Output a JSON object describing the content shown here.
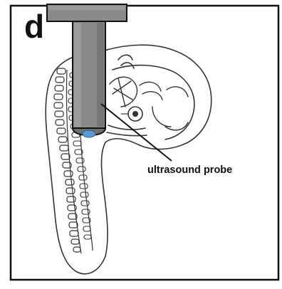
{
  "figure": {
    "panel_letter": "d",
    "callout_label": "ultrasound probe",
    "colors": {
      "frame": "#111111",
      "probe_fill": "#8a8a8a",
      "probe_dark": "#6e6e6e",
      "probe_tip": "#5b9bd5",
      "line_art": "#333333"
    },
    "icons": [
      "ultrasound-probe-icon",
      "embryo-outline",
      "spine-vertebrae",
      "heart-outline",
      "head-outline",
      "eye-outline"
    ]
  }
}
